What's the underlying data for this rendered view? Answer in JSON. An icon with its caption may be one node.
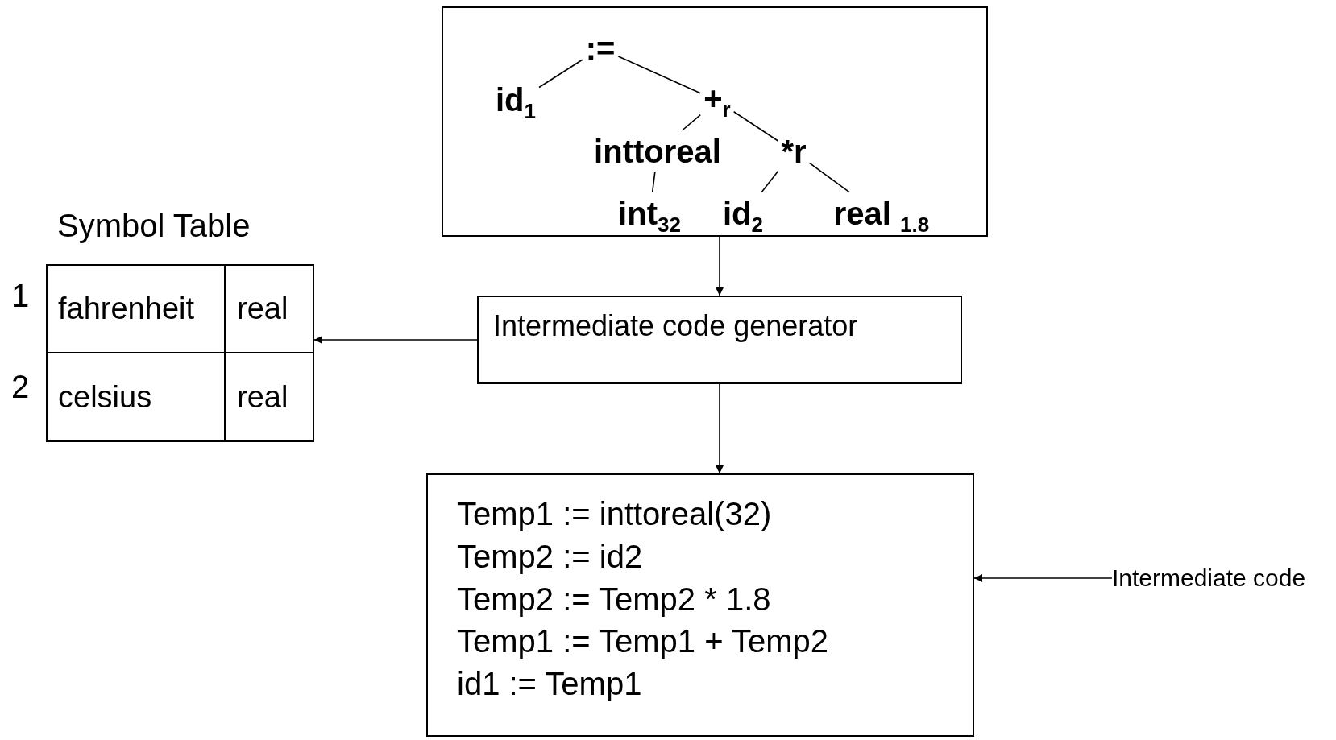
{
  "diagram": {
    "nodes": [
      {
        "text": [],
        "shape": "box"
      },
      {
        "text": [
          ":="
        ],
        "in": 0
      },
      {
        "text": [
          "id$_{1}$"
        ],
        "in": 0
      },
      {
        "text": [
          "+$_{r}$"
        ],
        "in": 0
      },
      {
        "text": [
          "inttoreal"
        ],
        "in": 0
      },
      {
        "text": [
          "*r"
        ],
        "in": 0
      },
      {
        "text": [
          "int$_{32}$"
        ],
        "in": 0
      },
      {
        "text": [
          "id$_{2}$"
        ],
        "in": 0
      },
      {
        "text": [
          "real $_{1.8}$"
        ],
        "in": 0
      },
      {
        "text": [
          "Symbol Table"
        ]
      },
      {
        "text": [
          "fahrenheit"
        ],
        "in": 9
      },
      {
        "text": [
          "real"
        ],
        "in": 9
      },
      {
        "text": [
          "celsius"
        ],
        "in": 9
      },
      {
        "text": [
          "real"
        ],
        "in": 9
      },
      {
        "text": [
          "Intermediate code generator"
        ]
      },
      {
        "text": [
          "Temp1 := inttoreal(32)",
          "Temp2 := id2",
          "Temp2 := Temp2 * 1.8",
          "Temp1 := Temp1 + Temp2",
          "id1 := Temp1"
        ]
      },
      {
        "text": [
          "Intermediate code"
        ]
      }
    ],
    "edges": [
      {
        "from": 1,
        "to": 2,
        "arrow": "none"
      },
      {
        "from": 1,
        "to": 3,
        "arrow": "none"
      },
      {
        "from": 3,
        "to": 4,
        "arrow": "none"
      },
      {
        "from": 3,
        "to": 5,
        "arrow": "none"
      },
      {
        "from": 4,
        "to": 6,
        "arrow": "none"
      },
      {
        "from": 5,
        "to": 7,
        "arrow": "none"
      },
      {
        "from": 5,
        "to": 8,
        "arrow": "none"
      },
      {
        "from": 0,
        "to": 14,
        "arrow": "to"
      },
      {
        "from": 14,
        "to": 9,
        "arrow": "to"
      },
      {
        "from": 14,
        "to": 15,
        "arrow": "to"
      },
      {
        "from": 16,
        "to": 15,
        "arrow": "to"
      }
    ],
    "labels": [
      "1",
      "2"
    ]
  }
}
